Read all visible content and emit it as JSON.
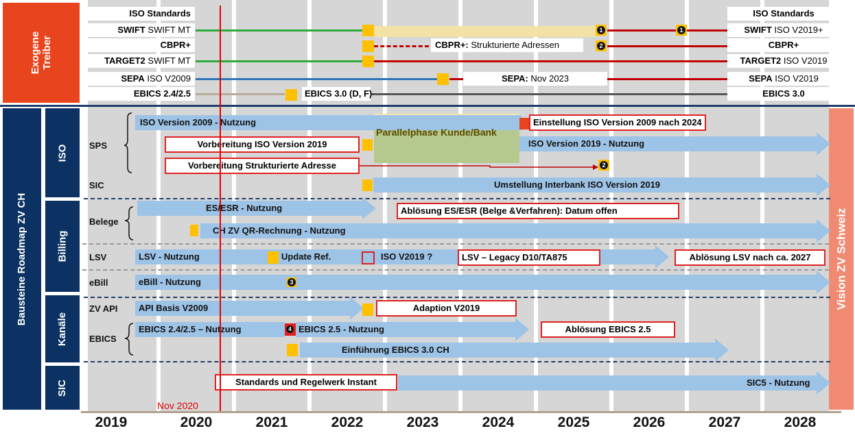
{
  "sidebar": {
    "exogene": "Exogene Treiber",
    "bausteine": "Bausteine Roadmap ZV CH",
    "groups": [
      "ISO",
      "Billing",
      "Kanäle",
      "SIC"
    ],
    "vision": "Vision ZV Schweiz"
  },
  "drivers": {
    "left": [
      {
        "b": "ISO Standards",
        "n": ""
      },
      {
        "b": "SWIFT",
        "n": " SWIFT MT"
      },
      {
        "b": "CBPR+",
        "n": ""
      },
      {
        "b": "TARGET2",
        "n": " SWIFT MT"
      },
      {
        "b": "SEPA",
        "n": " ISO V2009"
      },
      {
        "b": "EBICS 2.4/2.5",
        "n": ""
      }
    ],
    "right": [
      {
        "b": "ISO Standards",
        "n": ""
      },
      {
        "b": "SWIFT",
        "n": " ISO V2019+"
      },
      {
        "b": "CBPR+",
        "n": ""
      },
      {
        "b": "TARGET2",
        "n": " ISO V2019"
      },
      {
        "b": "SEPA",
        "n": " ISO V2019"
      },
      {
        "b": "EBICS 3.0",
        "n": ""
      }
    ],
    "cbpr_mid": {
      "b": "CBPR+:",
      "n": " Strukturierte Adressen"
    },
    "sepa_mid": {
      "b": "SEPA:",
      "n": " Nov 2023"
    },
    "ebics_mid": "EBICS 3.0 (D, F)"
  },
  "rows": {
    "sps": "SPS",
    "sic": "SIC",
    "belege": "Belege",
    "lsv": "LSV",
    "ebill": "eBill",
    "zvapi": "ZV API",
    "ebics": "EBICS"
  },
  "items": {
    "iso2009": "ISO Version 2009 - Nutzung",
    "parallel": "Parallelphase Kunde/Bank",
    "einstellung": "Einstellung ISO Version 2009 nach 2024",
    "vorb2019": "Vorbereitung ISO Version 2019",
    "iso2019": "ISO Version 2019 - Nutzung",
    "vorbadr": "Vorbereitung Strukturierte Adresse",
    "umstellung": "Umstellung Interbank ISO Version 2019",
    "esr": "ES/ESR - Nutzung",
    "abloesung_esr": "Ablösung ES/ESR (Belge &Verfahren): Datum offen",
    "qr": "CH ZV QR-Rechnung - Nutzung",
    "lsv_nutzung": "LSV - Nutzung",
    "update_ref": "Update Ref.",
    "iso_v2019q": "ISO V2019 ?",
    "lsv_legacy": "LSV – Legacy D10/TA875",
    "abloesung_lsv": "Ablösung LSV nach ca. 2027",
    "ebill_nutzung": "eBill - Nutzung",
    "api_basis": "API Basis V2009",
    "adaption": "Adaption V2019",
    "ebics245": "EBICS 2.4/2.5 – Nutzung",
    "ebics25": "EBICS 2.5 - Nutzung",
    "abloesung_ebics": "Ablösung EBICS 2.5",
    "einfuehrung": "Einführung EBICS 3.0 CH",
    "standards_instant": "Standards und Regelwerk Instant",
    "sic5": "SIC5 - Nutzung"
  },
  "markers": {
    "m1": "1",
    "m2": "2",
    "m3": "3",
    "m4": "4"
  },
  "now_label": "Nov 2020",
  "years": [
    "2019",
    "2020",
    "2021",
    "2022",
    "2023",
    "2024",
    "2025",
    "2026",
    "2027",
    "2028"
  ],
  "colors": {
    "exogene_bg": "#e8441e",
    "sidebar_bg": "#0b3262",
    "vision_bg": "#f08a72",
    "arrow": "#9dc3e6",
    "green": "#2eaa3a",
    "red_line": "#c00000",
    "yellow": "#ffc000",
    "today": "#e00000"
  }
}
